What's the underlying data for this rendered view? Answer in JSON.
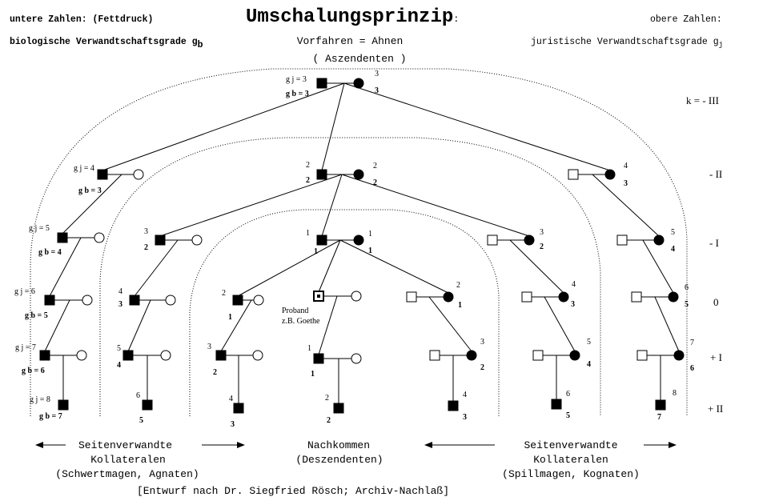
{
  "header": {
    "left_line1": "untere Zahlen: (Fettdruck)",
    "left_line2": "biologische Verwandtschaftsgrade g",
    "left_sub": "b",
    "title": "Umschalungsprinzip",
    "title_colon": ":",
    "center_line1": "Vorfahren = Ahnen",
    "center_line2": "( Aszendenten )",
    "right_line1": "obere Zahlen:",
    "right_line2": "juristische Verwandtschaftsgrade g",
    "right_sub": "j"
  },
  "generation_labels": [
    {
      "id": "k-3",
      "text": "k = - III"
    },
    {
      "id": "k-2",
      "text": "- II"
    },
    {
      "id": "k-1",
      "text": "- I"
    },
    {
      "id": "k0",
      "text": "0"
    },
    {
      "id": "k+1",
      "text": "+ I"
    },
    {
      "id": "k+2",
      "text": "+ II"
    }
  ],
  "proband": {
    "line1": "Proband",
    "line2": "z.B. Goethe"
  },
  "footer": {
    "left_title": "Seitenverwandte",
    "left_line2": "Kollateralen",
    "left_line3": "(Schwertmagen, Agnaten)",
    "center_title": "Nachkommen",
    "center_line2": "(Deszendenten)",
    "right_title": "Seitenverwandte",
    "right_line2": "Kollateralen",
    "right_line3": "(Spillmagen, Kognaten)",
    "credit": "[Entwurf nach Dr. Siegfried Rösch; Archiv-Nachlaß]"
  },
  "persons": [
    {
      "id": "A3m",
      "sex": "male",
      "filled": true,
      "gj": "g j = 3",
      "gb": "g b = 3"
    },
    {
      "id": "A3f",
      "sex": "female",
      "filled": true,
      "gj": "3",
      "gb": "3"
    },
    {
      "id": "L2m",
      "sex": "male",
      "filled": true,
      "gj": "g j = 4",
      "gb": "g b = 3"
    },
    {
      "id": "L2f",
      "sex": "female",
      "filled": false
    },
    {
      "id": "A2m",
      "sex": "male",
      "filled": true,
      "gj": "2",
      "gb": "2"
    },
    {
      "id": "A2f",
      "sex": "female",
      "filled": true,
      "gj": "2",
      "gb": "2"
    },
    {
      "id": "R2m",
      "sex": "male",
      "filled": false
    },
    {
      "id": "R2f",
      "sex": "female",
      "filled": true,
      "gj": "4",
      "gb": "3"
    },
    {
      "id": "L1m",
      "sex": "male",
      "filled": true,
      "gj": "g j = 5",
      "gb": "g b = 4"
    },
    {
      "id": "L1f",
      "sex": "female",
      "filled": false
    },
    {
      "id": "M1m",
      "sex": "male",
      "filled": true,
      "gj": "3",
      "gb": "2"
    },
    {
      "id": "M1f",
      "sex": "female",
      "filled": false
    },
    {
      "id": "A1m",
      "sex": "male",
      "filled": true,
      "gj": "1",
      "gb": "1"
    },
    {
      "id": "A1f",
      "sex": "female",
      "filled": true,
      "gj": "1",
      "gb": "1"
    },
    {
      "id": "N1m",
      "sex": "male",
      "filled": false
    },
    {
      "id": "N1f",
      "sex": "female",
      "filled": true,
      "gj": "3",
      "gb": "2"
    },
    {
      "id": "R1m",
      "sex": "male",
      "filled": false
    },
    {
      "id": "R1f",
      "sex": "female",
      "filled": true,
      "gj": "5",
      "gb": "4"
    },
    {
      "id": "L0m",
      "sex": "male",
      "filled": true,
      "gj": "g j = 6",
      "gb": "g b = 5"
    },
    {
      "id": "L0f",
      "sex": "female",
      "filled": false
    },
    {
      "id": "M0m",
      "sex": "male",
      "filled": true,
      "gj": "4",
      "gb": "3"
    },
    {
      "id": "M0f",
      "sex": "female",
      "filled": false
    },
    {
      "id": "S0m",
      "sex": "male",
      "filled": true,
      "gj": "2",
      "gb": "1"
    },
    {
      "id": "S0f",
      "sex": "female",
      "filled": false
    },
    {
      "id": "P0m",
      "sex": "male",
      "filled": "proband"
    },
    {
      "id": "P0f",
      "sex": "female",
      "filled": false
    },
    {
      "id": "B0m",
      "sex": "male",
      "filled": false
    },
    {
      "id": "B0f",
      "sex": "female",
      "filled": true,
      "gj": "2",
      "gb": "1"
    },
    {
      "id": "N0m",
      "sex": "male",
      "filled": false
    },
    {
      "id": "N0f",
      "sex": "female",
      "filled": true,
      "gj": "4",
      "gb": "3"
    },
    {
      "id": "R0m",
      "sex": "male",
      "filled": false
    },
    {
      "id": "R0f",
      "sex": "female",
      "filled": true,
      "gj": "6",
      "gb": "5"
    },
    {
      "id": "Lp1m",
      "sex": "male",
      "filled": true,
      "gj": "g j = 7",
      "gb": "g b = 6"
    },
    {
      "id": "Lp1f",
      "sex": "female",
      "filled": false
    },
    {
      "id": "Mp1m",
      "sex": "male",
      "filled": true,
      "gj": "5",
      "gb": "4"
    },
    {
      "id": "Mp1f",
      "sex": "female",
      "filled": false
    },
    {
      "id": "Sp1m",
      "sex": "male",
      "filled": true,
      "gj": "3",
      "gb": "2"
    },
    {
      "id": "Sp1f",
      "sex": "female",
      "filled": false
    },
    {
      "id": "Pp1m",
      "sex": "male",
      "filled": true,
      "gj": "1",
      "gb": "1"
    },
    {
      "id": "Pp1f",
      "sex": "female",
      "filled": false
    },
    {
      "id": "Bp1m",
      "sex": "male",
      "filled": false
    },
    {
      "id": "Bp1f",
      "sex": "female",
      "filled": true,
      "gj": "3",
      "gb": "2"
    },
    {
      "id": "Np1m",
      "sex": "male",
      "filled": false
    },
    {
      "id": "Np1f",
      "sex": "female",
      "filled": true,
      "gj": "5",
      "gb": "4"
    },
    {
      "id": "Rp1m",
      "sex": "male",
      "filled": false
    },
    {
      "id": "Rp1f",
      "sex": "female",
      "filled": true,
      "gj": "7",
      "gb": "6"
    },
    {
      "id": "Lp2",
      "sex": "male",
      "filled": true,
      "gj": "g j = 8",
      "gb": "g b = 7"
    },
    {
      "id": "Mp2",
      "sex": "male",
      "filled": true,
      "gj": "6",
      "gb": "5"
    },
    {
      "id": "Sp2",
      "sex": "male",
      "filled": true,
      "gj": "4",
      "gb": "3"
    },
    {
      "id": "Pp2",
      "sex": "male",
      "filled": true,
      "gj": "2",
      "gb": "2"
    },
    {
      "id": "Bp2",
      "sex": "male",
      "filled": true,
      "gj": "4",
      "gb": "3"
    },
    {
      "id": "Np2",
      "sex": "male",
      "filled": true,
      "gj": "6",
      "gb": "5"
    },
    {
      "id": "Rp2",
      "sex": "male",
      "filled": true,
      "gj": "8",
      "gb": "7"
    }
  ]
}
